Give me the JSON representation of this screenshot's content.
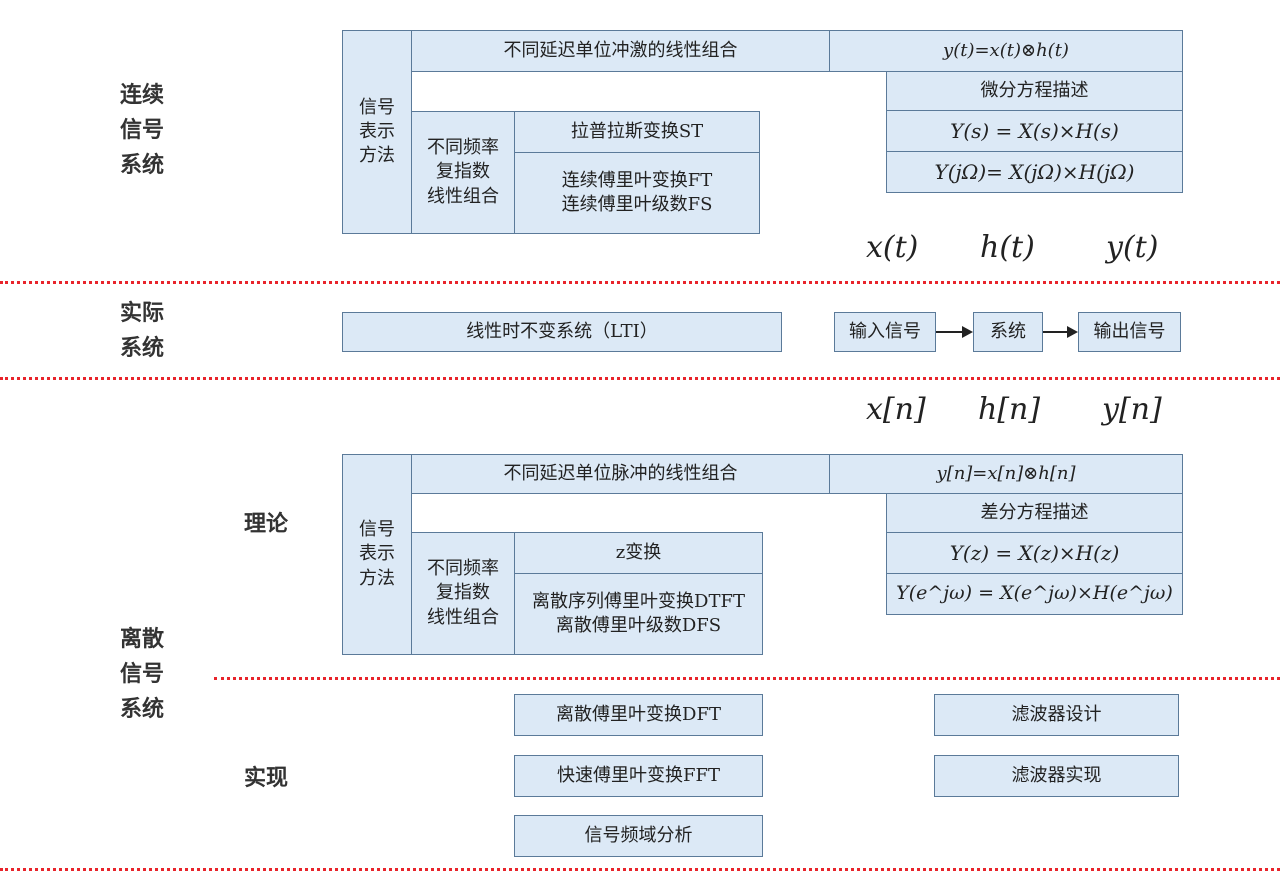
{
  "side_labels": {
    "continuous": "连续\n信号\n系统",
    "actual": "实际\n系统",
    "discrete": "离散\n信号\n系统",
    "theory": "理论",
    "implementation": "实现"
  },
  "continuous": {
    "repr_method": "信号\n表示\n方法",
    "impulse_combo": "不同延迟单位冲激的线性组合",
    "convolution": "y(t)=x(t)⊗h(t)",
    "diff_eq": "微分方程描述",
    "laplace_relation": "Y(s) = X(s)×H(s)",
    "fourier_relation": "Y(jΩ)= X(jΩ)×H(jΩ)",
    "freq_exp": "不同频率\n复指数\n线性组合",
    "laplace": "拉普拉斯变换ST",
    "fourier": "连续傅里叶变换FT\n连续傅里叶级数FS",
    "signals": [
      "x(t)",
      "h(t)",
      "y(t)"
    ]
  },
  "actual": {
    "lti": "线性时不变系统（LTI）",
    "input": "输入信号",
    "system": "系统",
    "output": "输出信号"
  },
  "discrete": {
    "signals": [
      "x[n]",
      "h[n]",
      "y[n]"
    ],
    "repr_method": "信号\n表示\n方法",
    "impulse_combo": "不同延迟单位脉冲的线性组合",
    "convolution": "y[n]=x[n]⊗h[n]",
    "diff_eq": "差分方程描述",
    "z_relation": "Y(z) = X(z)×H(z)",
    "dtft_relation": "Y(e^jω) = X(e^jω)×H(e^jω)",
    "freq_exp": "不同频率\n复指数\n线性组合",
    "z_transform": "z变换",
    "dtft": "离散序列傅里叶变换DTFT\n离散傅里叶级数DFS"
  },
  "implementation": {
    "dft": "离散傅里叶变换DFT",
    "fft": "快速傅里叶变换FFT",
    "freq_analysis": "信号频域分析",
    "filter_design": "滤波器设计",
    "filter_impl": "滤波器实现"
  },
  "colors": {
    "box_fill": "#dce9f6",
    "box_border": "#5b7a99",
    "separator": "#e8242b"
  }
}
